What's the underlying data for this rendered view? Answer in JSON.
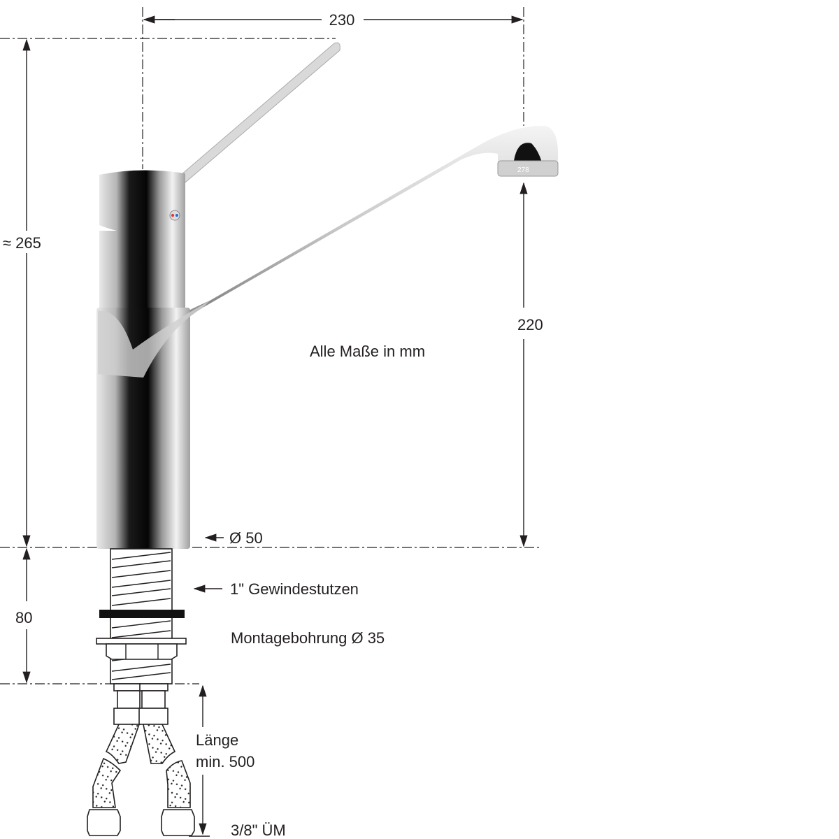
{
  "dimensions": {
    "width": "230",
    "total_height": "≈ 265",
    "spout_height": "220",
    "thread_length": "80",
    "base_diameter": "Ø 50"
  },
  "notes": {
    "units": "Alle Maße in mm",
    "thread": "1\" Gewindestutzen",
    "mounting_hole": "Montagebohrung Ø 35",
    "hose_length_line1": "Länge",
    "hose_length_line2": "min. 500",
    "connection": "3/8\" ÜM"
  },
  "aerator_marking": "278"
}
